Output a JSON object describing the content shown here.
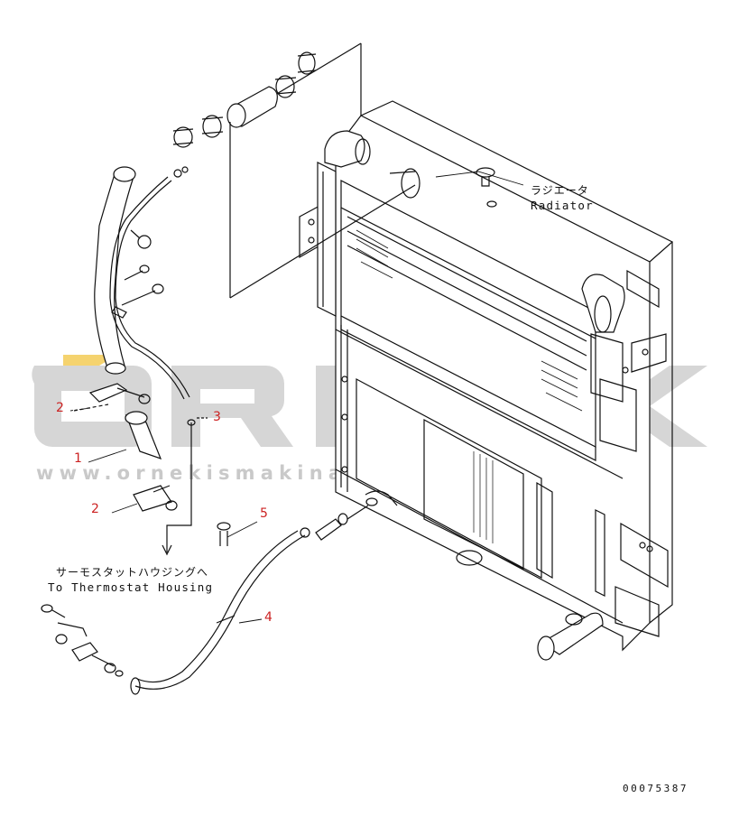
{
  "watermark": {
    "brand": "ORNEK",
    "url": "www.ornekismakinalari.com.tr"
  },
  "radiator_label": {
    "jp": "ラジエータ",
    "en": "Radiator"
  },
  "thermostat_label": {
    "jp": "サーモスタットハウジングへ",
    "en": "To Thermostat Housing"
  },
  "callouts": [
    "1",
    "2",
    "2",
    "3",
    "4",
    "5"
  ],
  "drawing_code": "00075387",
  "colors": {
    "line": "#111111",
    "callout": "#cc2222",
    "watermark": "#c9c9c9",
    "watermark_accent": "#f2c84b"
  }
}
